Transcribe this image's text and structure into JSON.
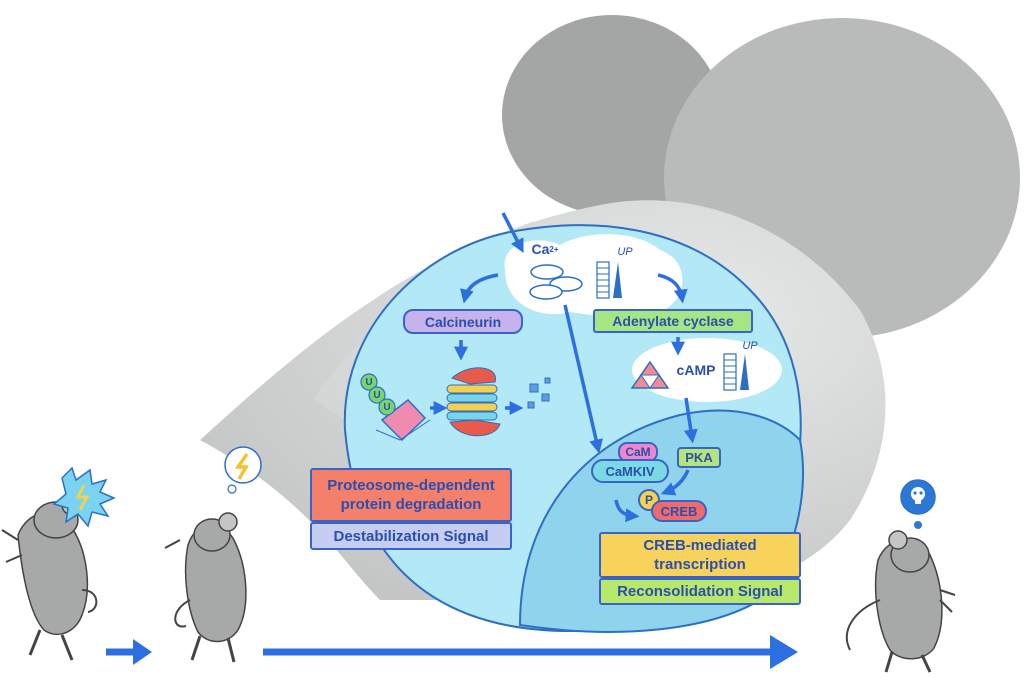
{
  "pathway": {
    "calcium": "Ca",
    "calcium_sup": "2+",
    "up_label_1": "UP",
    "up_label_2": "UP",
    "calcineurin": "Calcineurin",
    "adenylate_cyclase": "Adenylate cyclase",
    "camp": "cAMP",
    "cam": "CaM",
    "camkiv": "CaMKIV",
    "pka": "PKA",
    "phospho": "P",
    "creb": "CREB",
    "ubiquitin": [
      "U",
      "U",
      "U"
    ]
  },
  "outcomes": {
    "degradation_line1": "Proteosome-dependent",
    "degradation_line2": "protein degradation",
    "destabilization": "Destabilization Signal",
    "transcription_line1": "CREB-mediated",
    "transcription_line2": "transcription",
    "reconsolidation": "Reconsolidation Signal"
  },
  "colors": {
    "head": "#c9cbcb",
    "ear": "#a4a6a6",
    "cell": "#b3e8f7",
    "nucleus": "#8fd3ec",
    "outline": "#2d6fc4",
    "arrow": "#2c6fe0",
    "calcineurin_fill": "#c7b3ec",
    "adenylate_fill": "#a5e682",
    "degradation_fill": "#f47f6a",
    "destab_fill": "#c6cdf3",
    "transcription_fill": "#f7d35b",
    "reconsol_fill": "#b7e86a",
    "cam_fill": "#ef88c8",
    "camkiv_fill": "#7ad9e4",
    "pka_fill": "#b4e47a",
    "creb_fill": "#ef6a6a",
    "p_fill": "#f5d24d",
    "mouse": "#a7a9a9"
  },
  "icons": [
    "shock-bubble-icon",
    "lightning-thought-icon",
    "skull-thought-icon",
    "ubiquitin-icon",
    "proteasome-icon",
    "camp-triangle-icon",
    "bar-graph-icon"
  ]
}
